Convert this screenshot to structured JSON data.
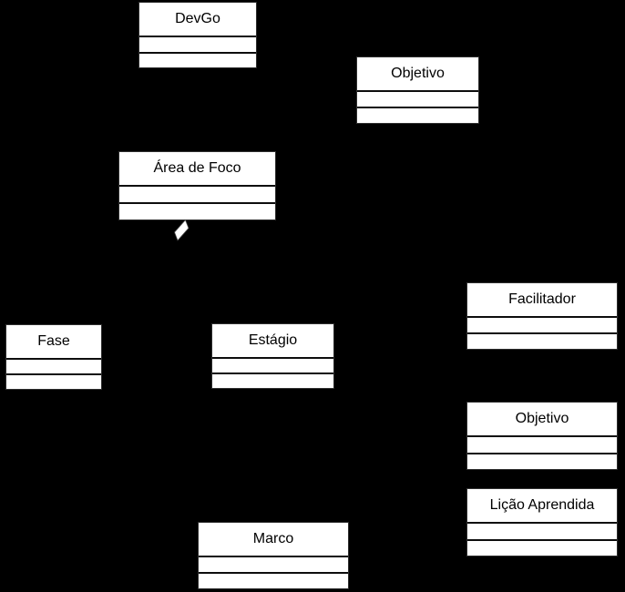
{
  "diagram": {
    "type": "uml-class-diagram",
    "classes": [
      {
        "id": "devgo",
        "label": "DevGo"
      },
      {
        "id": "objetivo-top",
        "label": "Objetivo"
      },
      {
        "id": "area-de-foco",
        "label": "Área de Foco"
      },
      {
        "id": "facilitador",
        "label": "Facilitador"
      },
      {
        "id": "fase",
        "label": "Fase"
      },
      {
        "id": "estagio",
        "label": "Estágio"
      },
      {
        "id": "objetivo-right",
        "label": "Objetivo"
      },
      {
        "id": "licao-aprendida",
        "label": "Lição Aprendida"
      },
      {
        "id": "marco",
        "label": "Marco"
      }
    ],
    "connectors": [
      {
        "icon": "aggregation-diamond-icon",
        "attached_to": "Área de Foco",
        "style": "shared-aggregation"
      }
    ],
    "colors": {
      "background": "#000000",
      "class_fill": "#ffffff",
      "class_border": "#2e2e2e",
      "compartment_divider": "#0d0d0d",
      "text": "#000000",
      "diamond_fill": "#ffffff"
    }
  }
}
